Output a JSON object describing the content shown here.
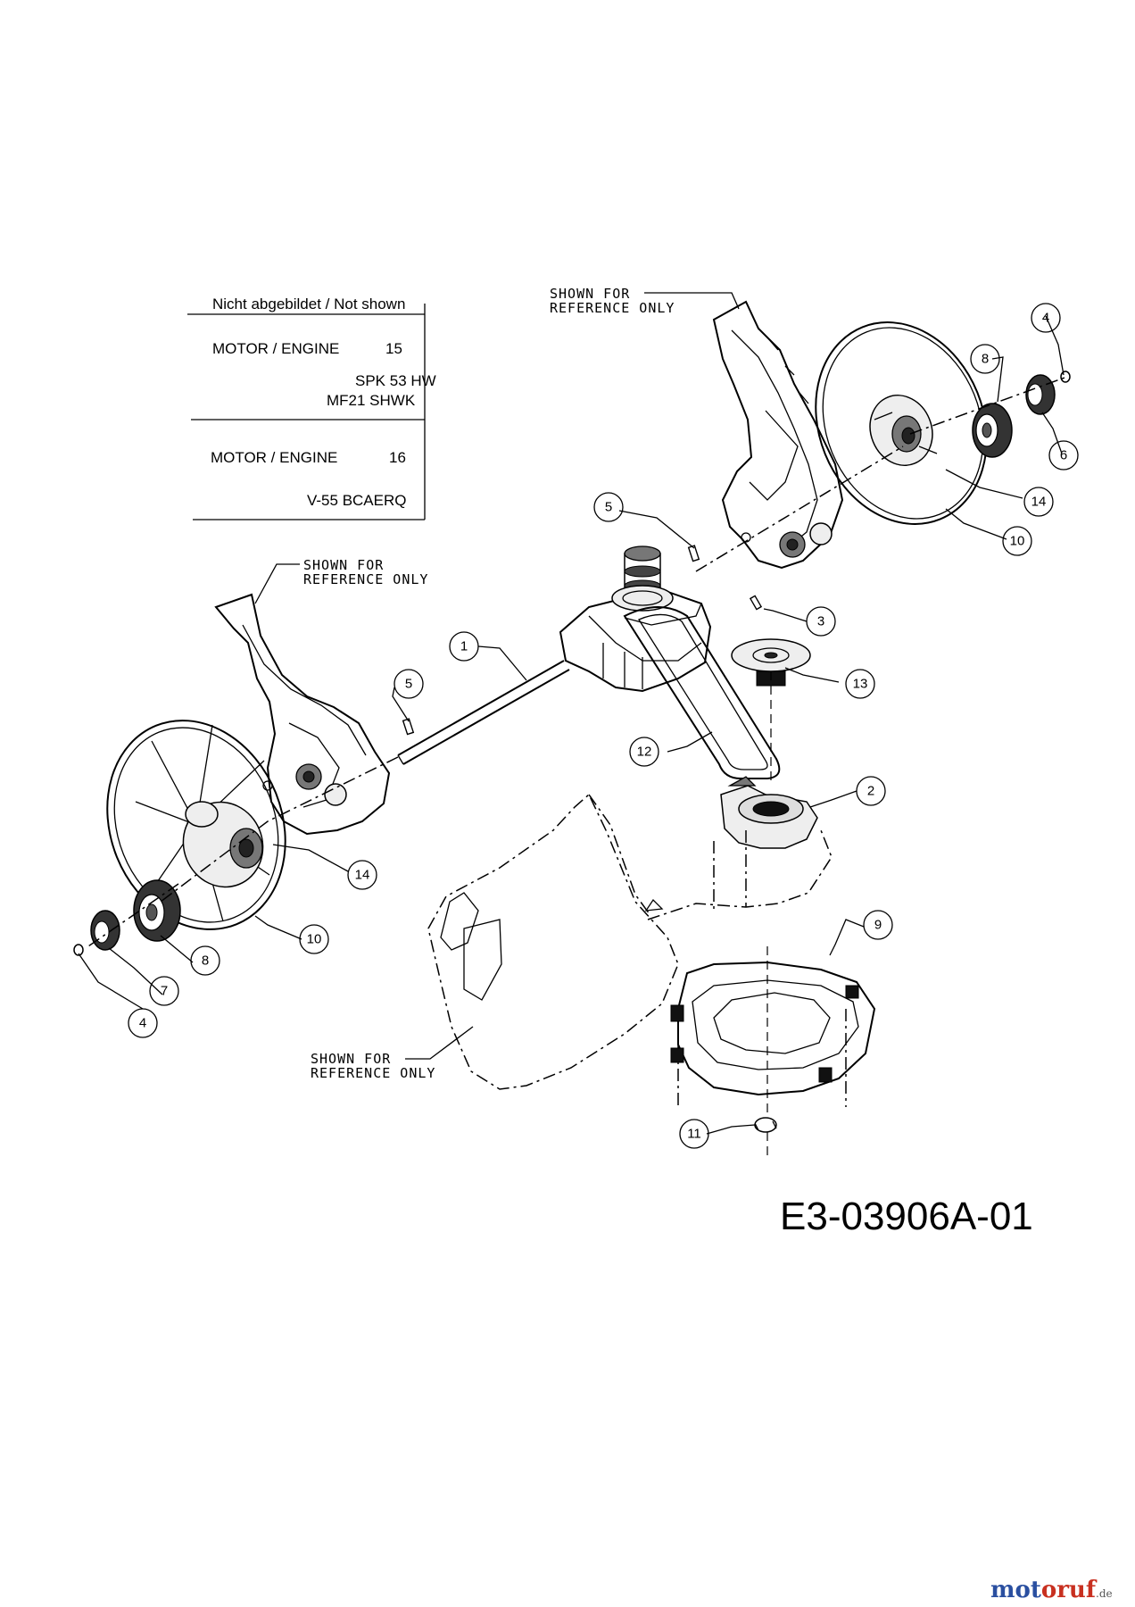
{
  "not_shown_table": {
    "header": "Nicht abgebildet / Not shown",
    "rows": [
      {
        "label": "MOTOR / ENGINE",
        "number": "15",
        "models": [
          "SPK 53 HW",
          "MF21 SHWK"
        ]
      },
      {
        "label": "MOTOR / ENGINE",
        "number": "16",
        "models": [
          "V-55 BCAERQ"
        ]
      }
    ]
  },
  "reference_notes": {
    "top_right": [
      "SHOWN FOR",
      "REFERENCE ONLY"
    ],
    "left": [
      "SHOWN FOR",
      "REFERENCE ONLY"
    ],
    "bottom": [
      "SHOWN FOR",
      "REFERENCE ONLY"
    ]
  },
  "callouts": [
    {
      "number": "1"
    },
    {
      "number": "2"
    },
    {
      "number": "3"
    },
    {
      "number": "4"
    },
    {
      "number": "4"
    },
    {
      "number": "5"
    },
    {
      "number": "5"
    },
    {
      "number": "6"
    },
    {
      "number": "7"
    },
    {
      "number": "8"
    },
    {
      "number": "8"
    },
    {
      "number": "9"
    },
    {
      "number": "10"
    },
    {
      "number": "10"
    },
    {
      "number": "11"
    },
    {
      "number": "12"
    },
    {
      "number": "13"
    },
    {
      "number": "14"
    },
    {
      "number": "14"
    }
  ],
  "diagram_code": "E3-03906A-01",
  "watermark": {
    "part1": "mot",
    "part2": "oruf",
    "part3": ".de"
  }
}
